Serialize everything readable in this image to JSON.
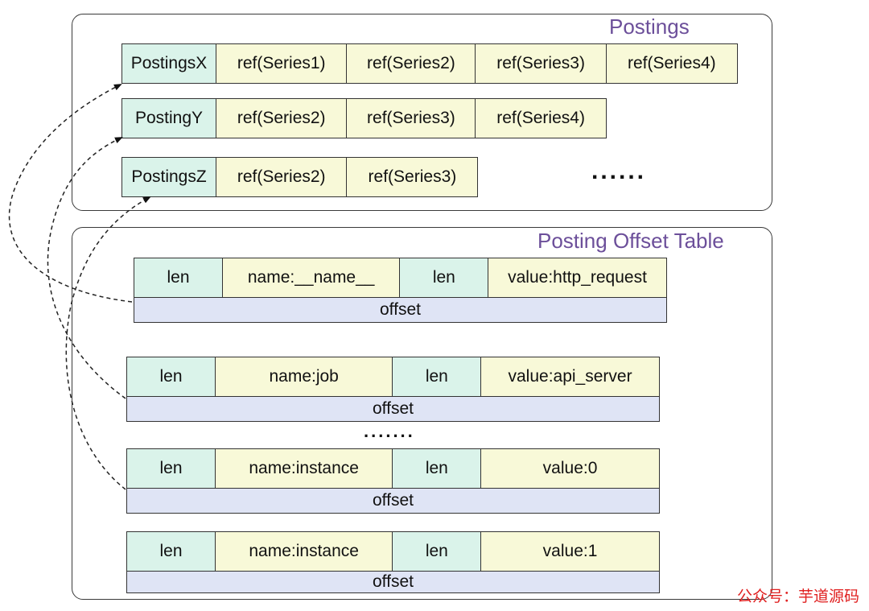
{
  "postings": {
    "title": "Postings",
    "rows": [
      {
        "head": "PostingsX",
        "refs": [
          "ref(Series1)",
          "ref(Series2)",
          "ref(Series3)",
          "ref(Series4)"
        ]
      },
      {
        "head": "PostingY",
        "refs": [
          "ref(Series2)",
          "ref(Series3)",
          "ref(Series4)"
        ]
      },
      {
        "head": "PostingsZ",
        "refs": [
          "ref(Series2)",
          "ref(Series3)"
        ]
      }
    ],
    "ellipsis": "......"
  },
  "offset_table": {
    "title": "Posting Offset Table",
    "entries": [
      {
        "len1": "len",
        "name": "name:__name__",
        "len2": "len",
        "value": "value:http_request",
        "offset": "offset"
      },
      {
        "len1": "len",
        "name": "name:job",
        "len2": "len",
        "value": "value:api_server",
        "offset": "offset"
      },
      {
        "len1": "len",
        "name": "name:instance",
        "len2": "len",
        "value": "value:0",
        "offset": "offset"
      },
      {
        "len1": "len",
        "name": "name:instance",
        "len2": "len",
        "value": "value:1",
        "offset": "offset"
      }
    ],
    "ellipsis": "......."
  },
  "watermark": "公众号：芋道源码",
  "colors": {
    "head_cell": "#daf3ea",
    "ref_cell": "#f8f9d8",
    "offset_bar": "#dfe4f5",
    "title": "#6c4f9a",
    "watermark": "#e02020"
  }
}
